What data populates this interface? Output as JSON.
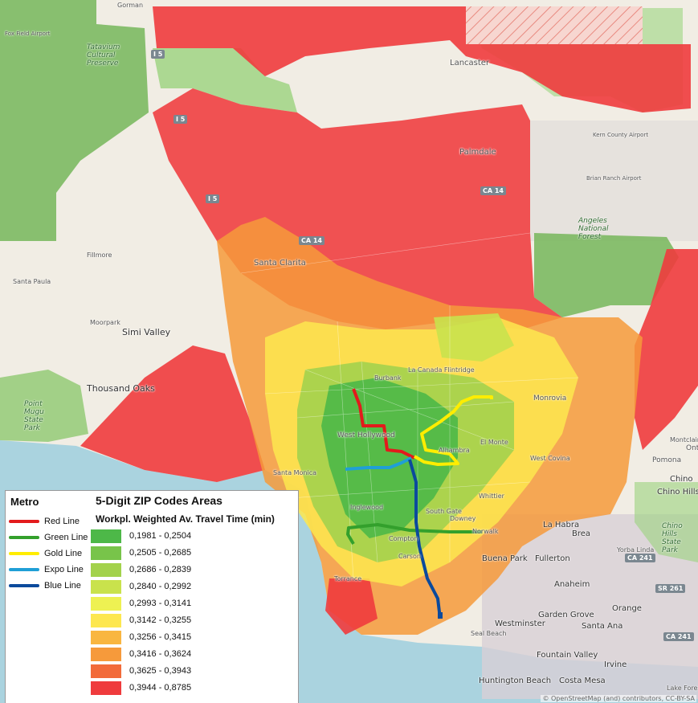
{
  "map": {
    "attribution": "© OpenStreetMap (and) contributors, CC-BY-SA",
    "places": [
      {
        "name": "Lancaster"
      },
      {
        "name": "Palmdale"
      },
      {
        "name": "Santa Clarita"
      },
      {
        "name": "Simi Valley"
      },
      {
        "name": "Thousand Oaks"
      },
      {
        "name": "Fillmore"
      },
      {
        "name": "Moorpark"
      },
      {
        "name": "Santa Paula"
      },
      {
        "name": "Gorman"
      },
      {
        "name": "Monrovia"
      },
      {
        "name": "Pomona"
      },
      {
        "name": "Montclair"
      },
      {
        "name": "Chino"
      },
      {
        "name": "Chino Hills"
      },
      {
        "name": "La Habra"
      },
      {
        "name": "Brea"
      },
      {
        "name": "Buena Park"
      },
      {
        "name": "Fullerton"
      },
      {
        "name": "Anaheim"
      },
      {
        "name": "Orange"
      },
      {
        "name": "Garden Grove"
      },
      {
        "name": "Westminster"
      },
      {
        "name": "Santa Ana"
      },
      {
        "name": "Fountain Valley"
      },
      {
        "name": "Irvine"
      },
      {
        "name": "Huntington Beach"
      },
      {
        "name": "Costa Mesa"
      },
      {
        "name": "Lake Forest"
      },
      {
        "name": "Seal Beach"
      },
      {
        "name": "Yorba Linda"
      },
      {
        "name": "Ontario"
      },
      {
        "name": "Torrance"
      },
      {
        "name": "Burbank"
      },
      {
        "name": "West Hollywood"
      },
      {
        "name": "Inglewood"
      },
      {
        "name": "Compton"
      },
      {
        "name": "Whittier"
      },
      {
        "name": "Norwalk"
      },
      {
        "name": "Downey"
      },
      {
        "name": "South Gate"
      },
      {
        "name": "Alhambra"
      },
      {
        "name": "El Monte"
      },
      {
        "name": "La Canada Flintridge"
      },
      {
        "name": "West Covina"
      },
      {
        "name": "Carson"
      },
      {
        "name": "Santa Monica"
      }
    ],
    "green_areas": [
      {
        "name": "Tatavium Cultural Preserve"
      },
      {
        "name": "Angeles National Forest"
      },
      {
        "name": "Point Mugu State Park"
      },
      {
        "name": "Chino Hills State Park"
      }
    ],
    "airports": [
      {
        "name": "Fox Field Airport"
      },
      {
        "name": "Brian Ranch Airport"
      },
      {
        "name": "Kern County Airport"
      }
    ],
    "highways": [
      "I 5",
      "I 5",
      "I 5",
      "CA 14",
      "CA 14",
      "CA 241",
      "SR 261",
      "CA 241"
    ]
  },
  "legend": {
    "metro_title": "Metro",
    "metro_lines": [
      {
        "label": "Red Line",
        "color": "#e31a1c"
      },
      {
        "label": "Green Line",
        "color": "#33a02c"
      },
      {
        "label": "Gold Line",
        "color": "#ffed00"
      },
      {
        "label": "Expo Line",
        "color": "#1f9fd6"
      },
      {
        "label": "Blue Line",
        "color": "#0b4a9c"
      }
    ],
    "zip_title": "5-Digit ZIP Codes Areas",
    "zip_subtitle": "Workpl. Weighted Av. Travel Time (min)",
    "classes": [
      {
        "label": "0,1981 - 0,2504",
        "color": "#4db848"
      },
      {
        "label": "0,2505 - 0,2685",
        "color": "#78c44a"
      },
      {
        "label": "0,2686 - 0,2839",
        "color": "#a3d24c"
      },
      {
        "label": "0,2840 - 0,2992",
        "color": "#c9e24c"
      },
      {
        "label": "0,2993 - 0,3141",
        "color": "#eef152"
      },
      {
        "label": "0,3142 - 0,3255",
        "color": "#fde74f"
      },
      {
        "label": "0,3256 - 0,3415",
        "color": "#f9b640"
      },
      {
        "label": "0,3416 - 0,3624",
        "color": "#f69a3b"
      },
      {
        "label": "0,3625 - 0,3943",
        "color": "#f26b3a"
      },
      {
        "label": "0,3944 - 0,8785",
        "color": "#ef3b3d"
      }
    ]
  }
}
